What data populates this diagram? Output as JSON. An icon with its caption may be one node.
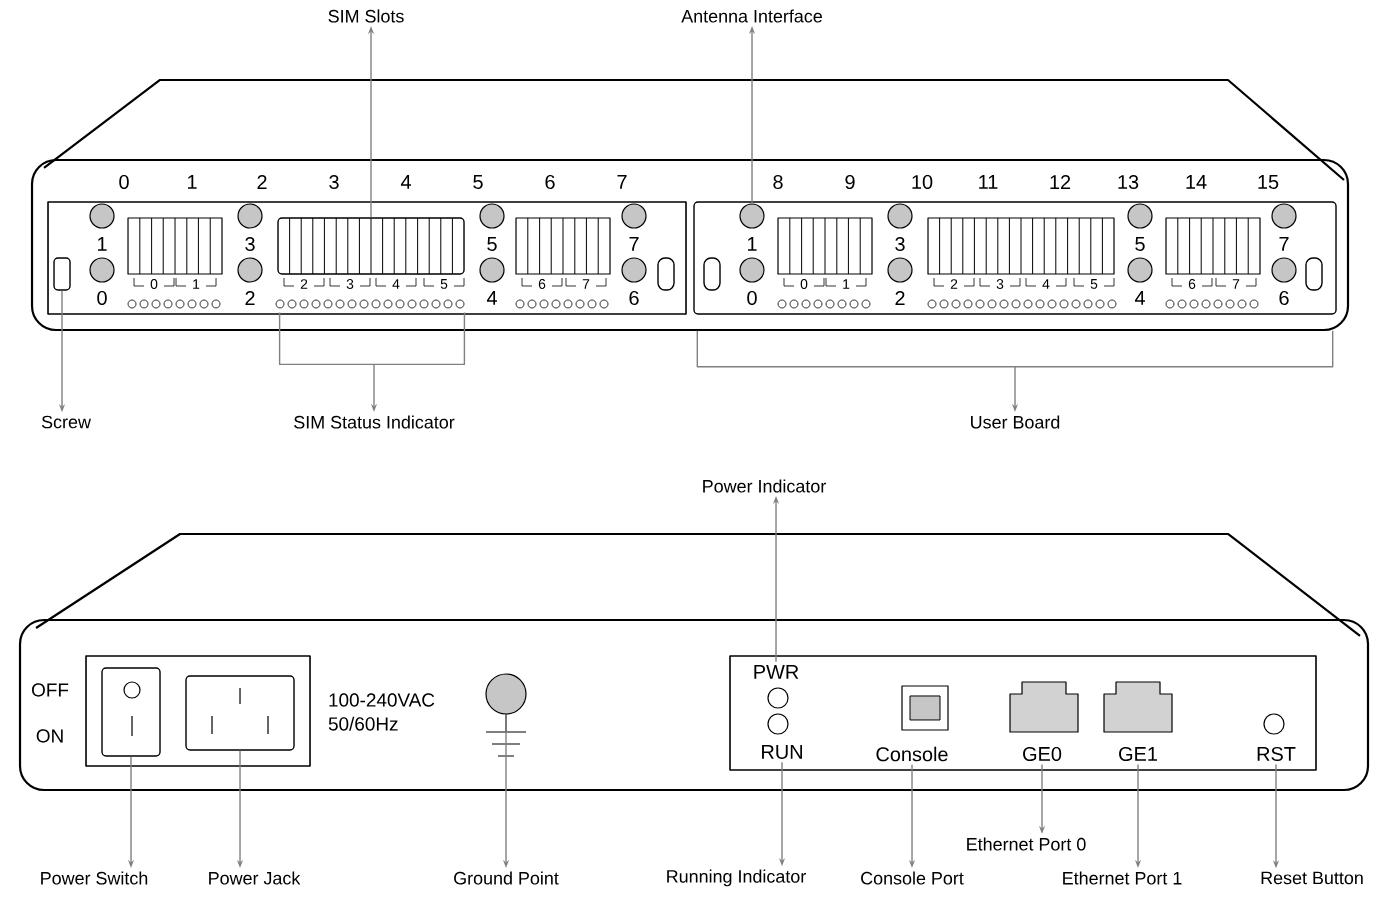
{
  "diagram": {
    "nodes": [
      {
        "text": [
          "SIM Slots"
        ]
      },
      {
        "text": [
          "Antenna Interface"
        ]
      },
      {
        "text": [
          "Screw"
        ]
      },
      {
        "text": [
          "SIM Status Indicator"
        ]
      },
      {
        "text": [
          "User Board"
        ]
      },
      {
        "text": [],
        "shape": "box"
      },
      {
        "text": [],
        "shape": "box"
      },
      {
        "text": [],
        "shape": "circle",
        "in": 6
      },
      {
        "text": [],
        "shape": "box"
      },
      {
        "text": [],
        "shape": "bar"
      },
      {
        "text": [
          "Power Indicator"
        ]
      },
      {
        "text": [
          "Power Switch"
        ]
      },
      {
        "text": [
          "Power Jack"
        ]
      },
      {
        "text": [
          "Ground Point"
        ]
      },
      {
        "text": [
          "Running Indicator"
        ]
      },
      {
        "text": [
          "Console Port"
        ]
      },
      {
        "text": [
          "Ethernet Port 0"
        ]
      },
      {
        "text": [
          "Ethernet Port 1"
        ]
      },
      {
        "text": [
          "Reset Button"
        ]
      },
      {
        "text": [],
        "shape": "box"
      },
      {
        "text": [],
        "shape": "box"
      },
      {
        "text": [],
        "shape": "circle"
      },
      {
        "text": [
          "PWR"
        ]
      },
      {
        "text": [
          "RUN"
        ]
      },
      {
        "text": [
          "Console"
        ]
      },
      {
        "text": [
          "GE0"
        ]
      },
      {
        "text": [
          "GE1"
        ]
      },
      {
        "text": [
          "RST"
        ]
      }
    ],
    "edges": [
      {
        "from": 5,
        "to": 0,
        "arrow": "to"
      },
      {
        "from": 7,
        "to": 1,
        "arrow": "to"
      },
      {
        "from": 8,
        "to": 2,
        "arrow": "to"
      },
      {
        "from": 9,
        "to": 3,
        "arrow": "to"
      },
      {
        "from": 6,
        "to": 4,
        "arrow": "to"
      },
      {
        "from": 22,
        "to": 10,
        "arrow": "to"
      },
      {
        "from": 19,
        "to": 11,
        "arrow": "to"
      },
      {
        "from": 20,
        "to": 12,
        "arrow": "to"
      },
      {
        "from": 21,
        "to": 13,
        "arrow": "to"
      },
      {
        "from": 23,
        "to": 14,
        "arrow": "to"
      },
      {
        "from": 24,
        "to": 15,
        "arrow": "to"
      },
      {
        "from": 25,
        "to": 16,
        "arrow": "to"
      },
      {
        "from": 26,
        "to": 17,
        "arrow": "to"
      },
      {
        "from": 27,
        "to": 18,
        "arrow": "to"
      }
    ],
    "labels": [
      "0",
      "1",
      "2",
      "3",
      "4",
      "5",
      "6",
      "7",
      "8",
      "9",
      "10",
      "11",
      "12",
      "13",
      "14",
      "15",
      "1",
      "3",
      "5",
      "7",
      "1",
      "3",
      "5",
      "7",
      "0",
      "1",
      "2",
      "3",
      "4",
      "5",
      "6",
      "7",
      "0",
      "1",
      "2",
      "3",
      "4",
      "5",
      "6",
      "7",
      "0",
      "2",
      "4",
      "6",
      "0",
      "2",
      "4",
      "6",
      "OFF",
      "ON",
      "100-240VAC 50/60Hz"
    ]
  }
}
